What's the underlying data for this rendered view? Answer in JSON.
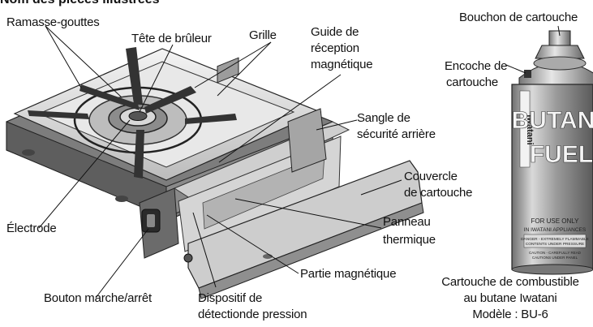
{
  "title": "Nom des pièces illustrées",
  "labels": {
    "ramasse_gouttes": "Ramasse-gouttes",
    "tete_bruleur": "Tête de brûleur",
    "grille": "Grille",
    "guide_1": "Guide de",
    "guide_2": "réception",
    "guide_3": "magnétique",
    "sangle_1": "Sangle de",
    "sangle_2": "sécurité arrière",
    "couvercle_1": "Couvercle",
    "couvercle_2": "de cartouche",
    "panneau_1": "Panneau",
    "panneau_2": "thermique",
    "electrode": "Électrode",
    "partie_magnetique": "Partie magnétique",
    "bouton": "Bouton marche/arrêt",
    "dispositif_1": "Dispositif de",
    "dispositif_2": "détectionde pression",
    "bouchon": "Bouchon de cartouche",
    "encoche_1": "Encoche de",
    "encoche_2": "cartouche",
    "cartouche_1": "Cartouche de combustible",
    "cartouche_2": "au butane Iwatani",
    "cartouche_3": "Modèle : BU-6"
  },
  "can": {
    "brand": "Iwatani",
    "line1": "BUTANE",
    "line2": "FUEL",
    "use1": "FOR USE ONLY",
    "use2": "IN IWATANI APPLIANCES",
    "warn1": "DANGER - EXTREMELY FLAMMABLE",
    "warn2": "CONTENTS UNDER PRESSURE",
    "caution1": "CAUTION - CAREFULLY READ",
    "caution2": "CAUTIONS UNDER PANEL"
  }
}
